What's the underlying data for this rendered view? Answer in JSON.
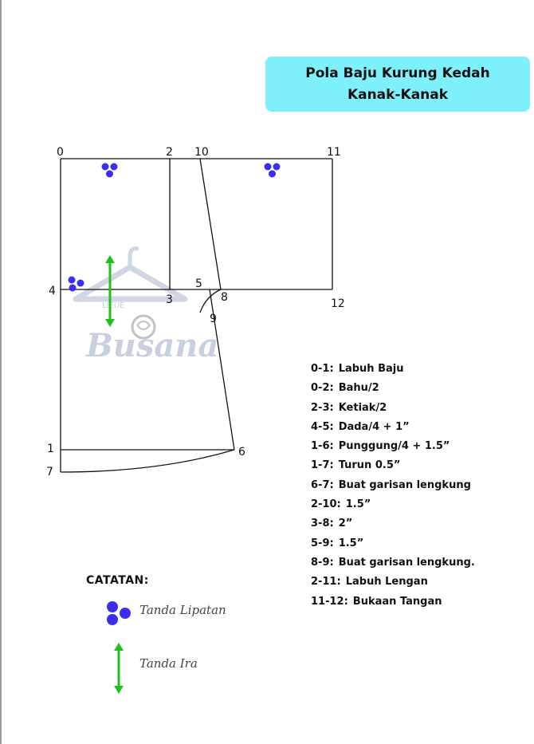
{
  "title": {
    "line1": "Pola Baju Kurung Kedah",
    "line2": "Kanak-Kanak"
  },
  "colors": {
    "title_bg": "#7df0fb",
    "fold_marker": "#3a2ef0",
    "grain_arrow": "#22c01e",
    "line": "#111111"
  },
  "points": {
    "p0": "0",
    "p2": "2",
    "p10": "10",
    "p11": "11",
    "p4": "4",
    "p5": "5",
    "p3": "3",
    "p8": "8",
    "p12": "12",
    "p9": "9",
    "p1": "1",
    "p6": "6",
    "p7": "7"
  },
  "watermark": {
    "top": "LIEUE",
    "main": "Busana"
  },
  "legend": [
    {
      "key": "0-1:",
      "value": "Labuh Baju"
    },
    {
      "key": "0-2:",
      "value": "Bahu/2"
    },
    {
      "key": "2-3:",
      "value": "Ketiak/2"
    },
    {
      "key": "4-5:",
      "value": "Dada/4 + 1”"
    },
    {
      "key": "1-6:",
      "value": "Punggung/4 + 1.5”"
    },
    {
      "key": "1-7:",
      "value": "Turun 0.5”"
    },
    {
      "key": "6-7:",
      "value": "Buat garisan lengkung"
    },
    {
      "key": "2-10:",
      "value": "1.5”"
    },
    {
      "key": "3-8:",
      "value": "2”"
    },
    {
      "key": "5-9:",
      "value": "1.5”"
    },
    {
      "key": "8-9:",
      "value": "Buat garisan lengkung."
    },
    {
      "key": "2-11:",
      "value": "Labuh Lengan"
    },
    {
      "key": "11-12:",
      "value": "Bukaan Tangan"
    }
  ],
  "notes": {
    "title": "CATATAN:",
    "fold_label": "Tanda Lipatan",
    "grain_label": "Tanda Ira",
    "fold_icon": "three-dots-fold-icon",
    "grain_icon": "double-arrow-grain-icon"
  }
}
